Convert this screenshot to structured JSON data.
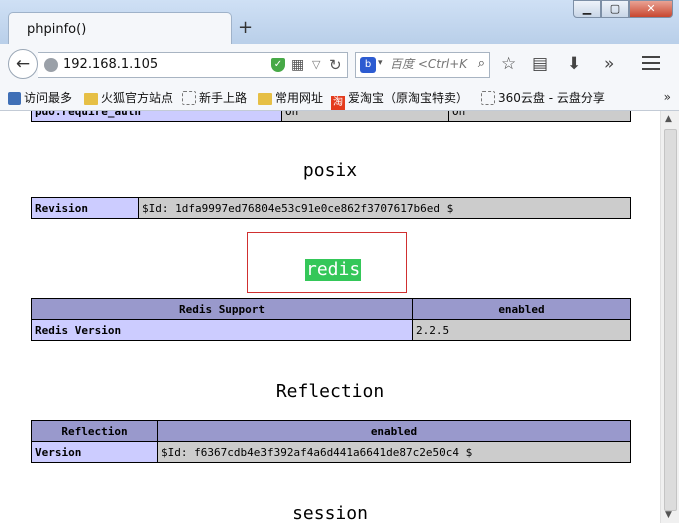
{
  "browser": {
    "tab_title": "phpinfo()",
    "new_tab": "+",
    "window_controls": {
      "minimize": "▁",
      "maximize": "▢",
      "close": "✕"
    },
    "url": "192.168.1.105",
    "search_placeholder": "百度 <Ctrl+K",
    "overflow": "»",
    "bookmarks": [
      {
        "label": "访问最多",
        "icon": "bookmark-icon"
      },
      {
        "label": "火狐官方站点",
        "icon": "folder-icon"
      },
      {
        "label": "新手上路",
        "icon": "page-icon"
      },
      {
        "label": "常用网址",
        "icon": "folder-icon"
      },
      {
        "label": "爱淘宝（原淘宝特卖）",
        "icon": "taobao-icon"
      },
      {
        "label": "360云盘 - 云盘分享",
        "icon": "page-icon"
      }
    ],
    "bookmarks_more": "»"
  },
  "phpinfo": {
    "partial_row": {
      "name": "pdo.require_auth",
      "local": "On",
      "master": "On"
    },
    "posix": {
      "title": "posix",
      "rows": [
        {
          "name": "Revision",
          "value": "$Id: 1dfa9997ed76804e53c91e0ce862f3707617b6ed $"
        }
      ]
    },
    "redis": {
      "title": "redis",
      "header": {
        "name": "Redis Support",
        "value": "enabled"
      },
      "rows": [
        {
          "name": "Redis Version",
          "value": "2.2.5"
        }
      ]
    },
    "reflection": {
      "title": "Reflection",
      "header": {
        "name": "Reflection",
        "value": "enabled"
      },
      "rows": [
        {
          "name": "Version",
          "value": "$Id: f6367cdb4e3f392af4a6d441a6641de87c2e50c4 $"
        }
      ]
    },
    "session": {
      "title": "session"
    }
  },
  "colors": {
    "header_row": "#9999cc",
    "name_cell": "#ccccff",
    "value_cell": "#cccccc",
    "highlight": "#34c759",
    "annotation_box": "#d03030"
  }
}
